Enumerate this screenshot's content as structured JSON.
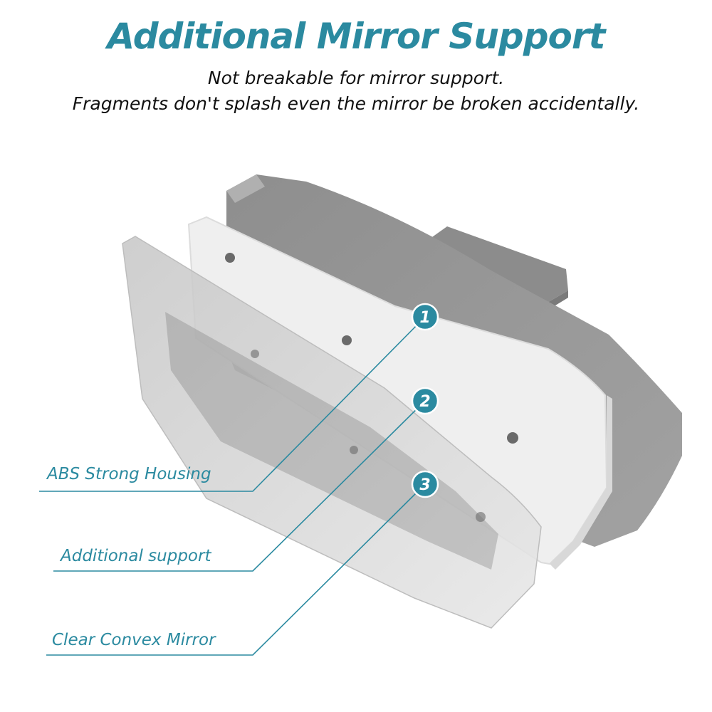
{
  "header": {
    "title": "Additional Mirror Support",
    "subtitle_line1": "Not breakable for mirror support.",
    "subtitle_line2": "Fragments don't splash even the mirror be broken accidentally."
  },
  "callouts": [
    {
      "number": "1",
      "label": "ABS Strong Housing"
    },
    {
      "number": "2",
      "label": "Additional support"
    },
    {
      "number": "3",
      "label": "Clear Convex Mirror"
    }
  ],
  "colors": {
    "accent": "#2b8aa0",
    "housing": "#9a9a9a",
    "support": "#eeeeee",
    "mirror": "#cfcfcf"
  }
}
